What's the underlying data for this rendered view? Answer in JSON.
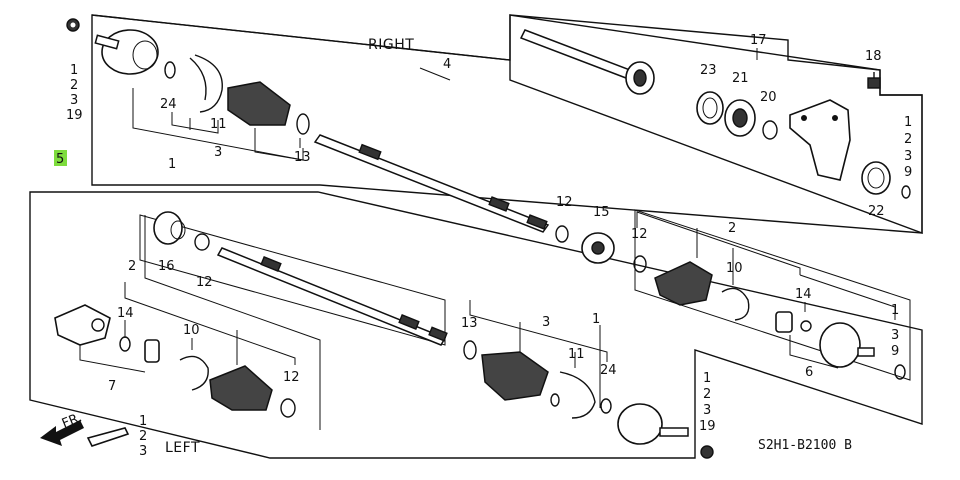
{
  "diagram": {
    "code": "S2H1-B2100 B",
    "side_right": "RIGHT",
    "side_left": "LEFT",
    "front_arrow_label": "FR.",
    "highlight_color": "#7ddc3c",
    "labels": {
      "n1_tl": "1",
      "n2_tl": "2",
      "n3_tl": "3",
      "n19_tl": "19",
      "n4": "4",
      "n24_r": "24",
      "n11_r": "11",
      "n3_r": "3",
      "n1_r": "1",
      "n13_r": "13",
      "n17": "17",
      "n23": "23",
      "n21": "21",
      "n20": "20",
      "n18": "18",
      "n1_rr": "1",
      "n2_rr": "2",
      "n3_rr": "3",
      "n9_rr": "9",
      "n22": "22",
      "n5": "5",
      "n12_a": "12",
      "n15": "15",
      "n12_b": "12",
      "n2_m": "2",
      "n10_m": "10",
      "n14_m": "14",
      "n1_m": "1",
      "n3_m": "3",
      "n9_m": "9",
      "n6": "6",
      "n16": "16",
      "n12_c": "12",
      "n2_l": "2",
      "n14_l": "14",
      "n10_l": "10",
      "n12_d": "12",
      "n7": "7",
      "n1_l": "1",
      "n2_lb": "2",
      "n3_lb": "3",
      "n13_m": "13",
      "n3_c": "3",
      "n1_c": "1",
      "n11_c": "11",
      "n24_c": "24",
      "n1_bc": "1",
      "n2_bc": "2",
      "n3_bc": "3",
      "n19_bc": "19"
    }
  }
}
